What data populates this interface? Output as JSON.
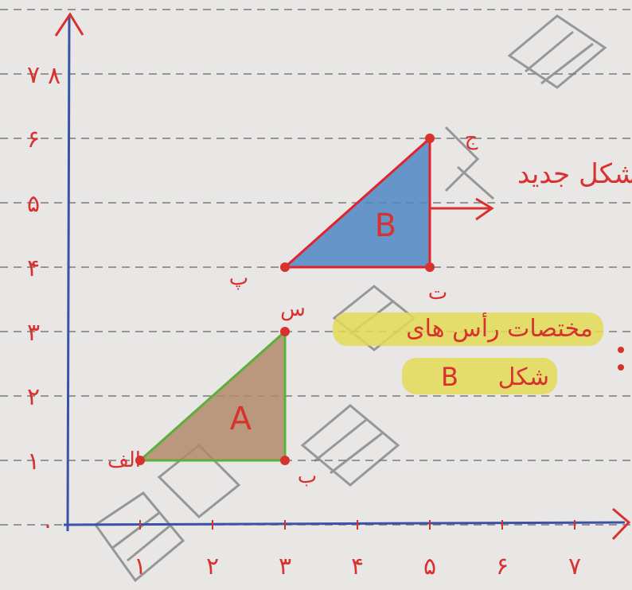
{
  "colors": {
    "paper": "#e9e6e6",
    "rule": "#7a7a7a",
    "axis": "#3a52a8",
    "ink_red": "#d8322e",
    "triangle_a_fill": "#b08a6a",
    "triangle_a_stroke": "#5cb038",
    "triangle_b_fill": "#4f86c4",
    "triangle_b_stroke": "#e0242a",
    "highlighter": "#e3d955"
  },
  "axes": {
    "y_top_label": "۸",
    "y_labels": [
      "۱",
      "۲",
      "۳",
      "۴",
      "۵",
      "۶",
      "۷"
    ],
    "x_labels": [
      "۱",
      "۲",
      "۳",
      "۴",
      "۵",
      "۶",
      "۷"
    ],
    "origin_label": "۰"
  },
  "shape_a": {
    "label": "A",
    "vertices": [
      {
        "x": 1,
        "y": 1,
        "label": "الف"
      },
      {
        "x": 3,
        "y": 1,
        "label": "ب"
      },
      {
        "x": 3,
        "y": 3,
        "label": "س"
      }
    ]
  },
  "shape_b": {
    "label": "B",
    "vertices": [
      {
        "x": 3,
        "y": 4,
        "label": "پ"
      },
      {
        "x": 5,
        "y": 4,
        "label": "ت"
      },
      {
        "x": 5,
        "y": 6,
        "label": "ج"
      }
    ]
  },
  "annotations": {
    "new_shape": "شکل جدید",
    "vertex_coords_line1": "مختصات رأس های",
    "vertex_coords_line2_prefix": "شکل",
    "vertex_coords_line2_letter": "B"
  }
}
